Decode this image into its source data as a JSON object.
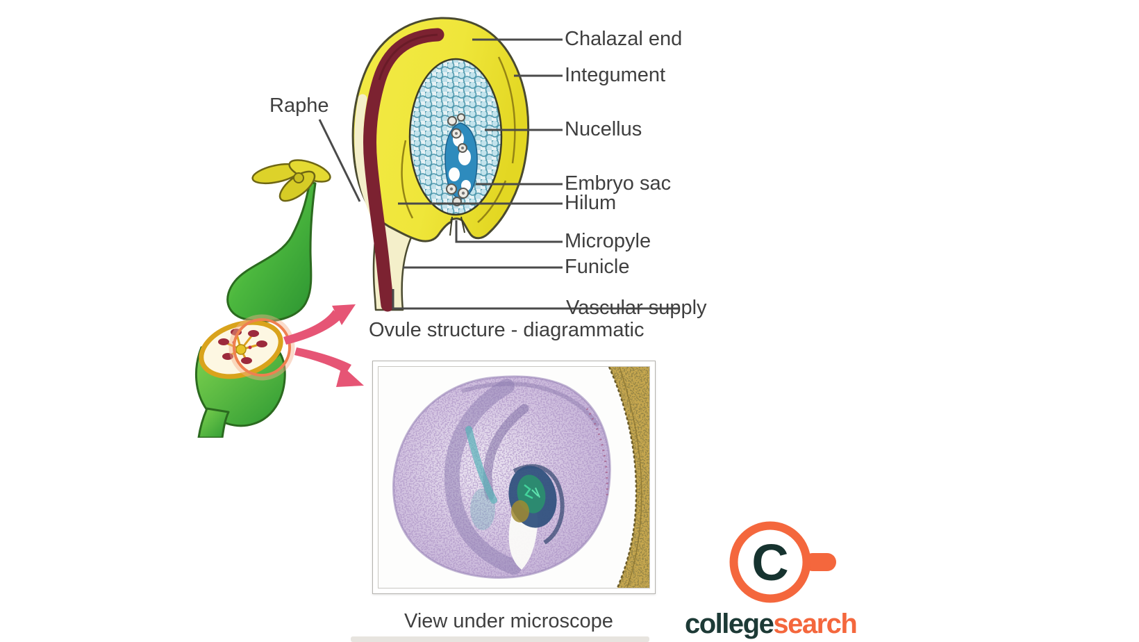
{
  "page": {
    "background": "#ffffff"
  },
  "ovule_diagram": {
    "caption": "Ovule structure - diagrammatic",
    "labels": {
      "raphe": "Raphe",
      "chalazal_end": "Chalazal end",
      "integument": "Integument",
      "nucellus": "Nucellus",
      "embryo_sac": "Embryo sac",
      "hilum": "Hilum",
      "micropyle": "Micropyle",
      "funicle": "Funicle",
      "vascular_supply": "Vascular supply"
    },
    "colors": {
      "integument_yellow": "#efe63a",
      "funicle_cream": "#f4efca",
      "raphe_maroon": "#7c2231",
      "nucellus_cell_blue": "#bfe2ea",
      "embryo_sac_blue": "#2e8bbd",
      "label_text": "#3f3f3f"
    }
  },
  "pistil_illustration": {
    "colors": {
      "pistil_green": "#3fae3b",
      "stigma_yellow": "#ddd22a",
      "ovule_dot_maroon": "#9c2a3c",
      "arrow_pink": "#e65575",
      "highlight_orange": "#ef8050"
    }
  },
  "microscope": {
    "caption": "View under microscope"
  },
  "logo": {
    "mark_letter": "C",
    "word_primary": "college",
    "word_secondary": "search",
    "colors": {
      "accent_orange": "#f4673d",
      "dark_teal": "#1d3a36"
    }
  }
}
